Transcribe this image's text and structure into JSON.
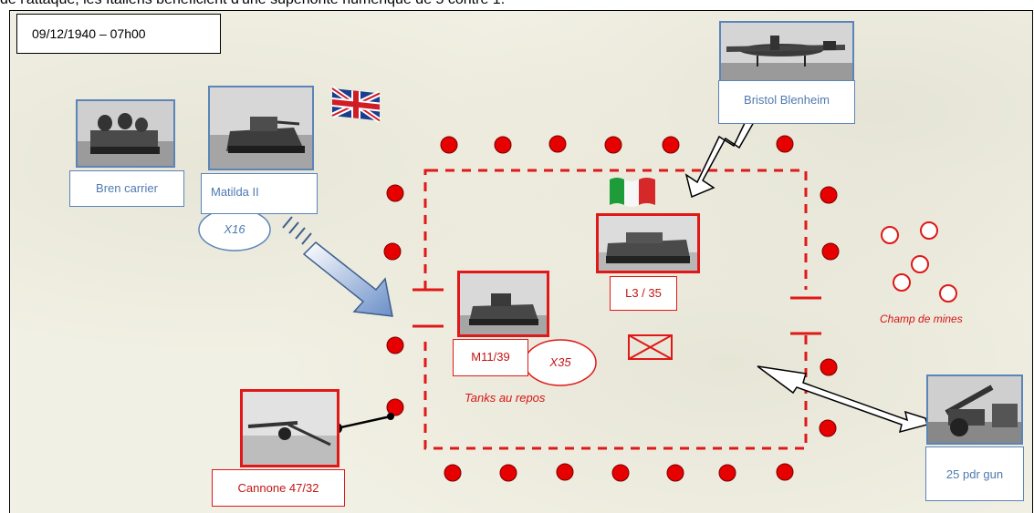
{
  "caption": "de l'attaque, les Italiens bénéficient d'une supériorité numérique de 5 contre 1.",
  "datetime": "09/12/1940 – 07h00",
  "british": {
    "bren_carrier": "Bren carrier",
    "matilda": "Matilda II",
    "matilda_count": "X16",
    "blenheim": "Bristol Blenheim",
    "gun": "25 pdr gun"
  },
  "italian": {
    "l3": "L3 / 35",
    "m11": "M11/39",
    "m11_count": "X35",
    "tanks_rest": "Tanks au repos",
    "cannone": "Cannone 47/32"
  },
  "minefield": "Champ de mines",
  "colors": {
    "red": "#e01818",
    "blue": "#5b84b8",
    "paper": "#f1f0e4"
  },
  "icons": [
    "uk-flag-icon",
    "italy-flag-icon",
    "hq-box-icon",
    "attack-arrow-icon"
  ]
}
